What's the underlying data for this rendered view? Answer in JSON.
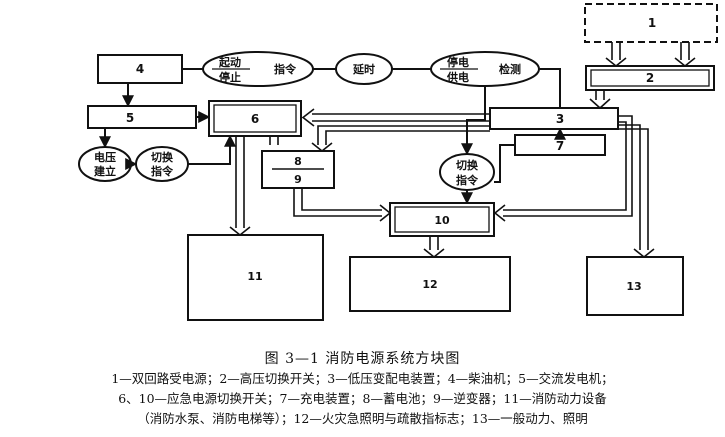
{
  "diagram": {
    "blocks": {
      "b1": "1",
      "b2": "2",
      "b3": "3",
      "b4": "4",
      "b5": "5",
      "b6": "6",
      "b7": "7",
      "b8": "8",
      "b9": "9",
      "b10": "10",
      "b11": "11",
      "b12": "12",
      "b13": "13"
    },
    "nodes": {
      "start_top": "起动",
      "start_bottom": "停止",
      "start_cmd": "指令",
      "delay": "延时",
      "power_top": "停电",
      "power_bottom": "供电",
      "detect": "检测",
      "voltage_top": "电压",
      "voltage_bottom": "建立",
      "switch_left_top": "切换",
      "switch_left_bottom": "指令",
      "switch_mid_top": "切换",
      "switch_mid_bottom": "指令"
    }
  },
  "caption": {
    "title": "图 3—1 消防电源系统方块图",
    "line1": "1—双回路受电源；2—高压切换开关；3—低压变配电装置；4—柴油机；5—交流发电机；",
    "line2": "6、10—应急电源切换开关；7—充电装置；8—蓄电池；9—逆变器；11—消防动力设备",
    "line3": "（消防水泵、消防电梯等）；12—火灾急照明与疏散指标志；13—一般动力、照明"
  }
}
